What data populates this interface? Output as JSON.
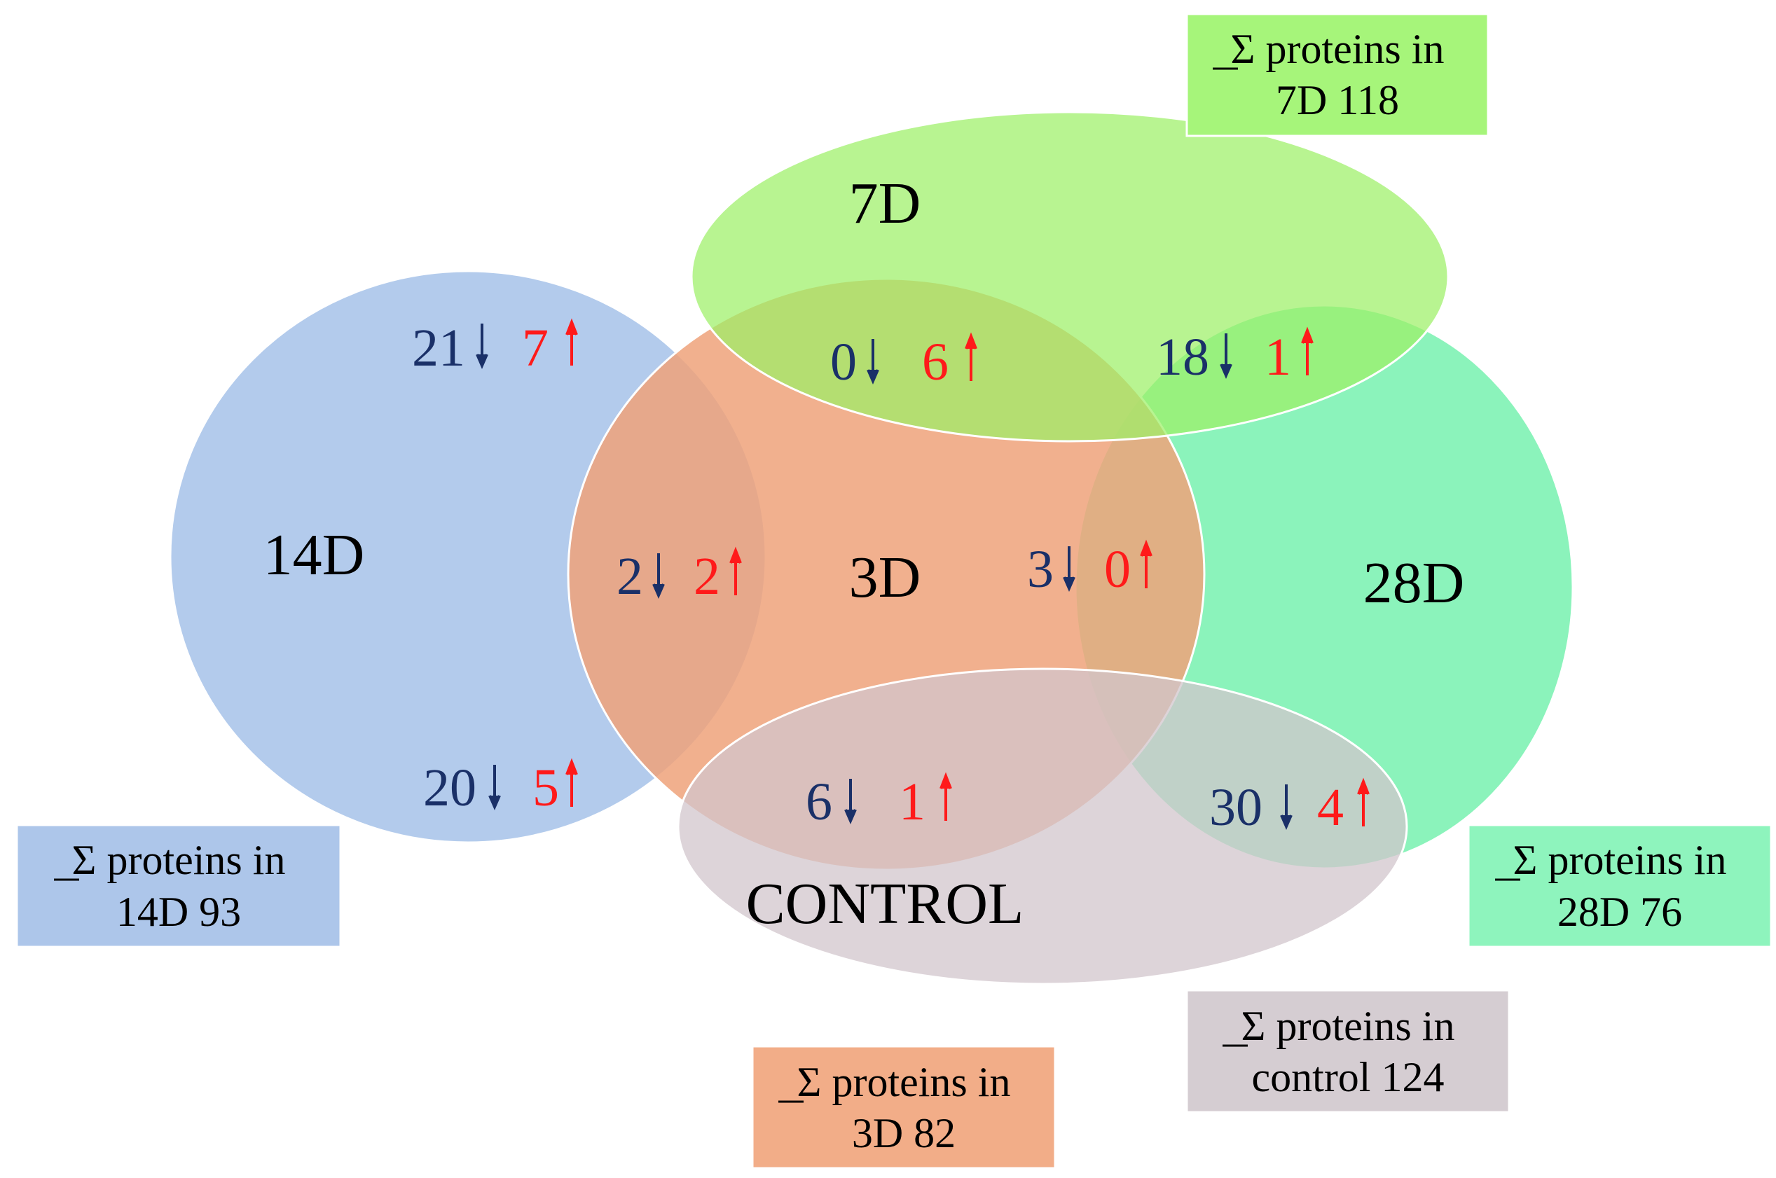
{
  "colors": {
    "down": "#1a3068",
    "up": "#ff1a1a",
    "d7": "#9cf066",
    "d14": "#9ab9e6",
    "d28": "#6ef0aa",
    "d3": "#eea27a",
    "control": "#d2c6cc"
  },
  "sets": {
    "d7": "7D",
    "d14": "14D",
    "d28": "28D",
    "d3": "3D",
    "control": "CONTROL"
  },
  "regions": [
    {
      "id": "14d-7d",
      "down": "21",
      "up": "7"
    },
    {
      "id": "3d-7d",
      "down": "0",
      "up": "6"
    },
    {
      "id": "28d-7d",
      "down": "18",
      "up": "1"
    },
    {
      "id": "14d-3d",
      "down": "2",
      "up": "2"
    },
    {
      "id": "3d-28d",
      "down": "3",
      "up": "0"
    },
    {
      "id": "14d-control",
      "down": "20",
      "up": "5"
    },
    {
      "id": "3d-control",
      "down": "6",
      "up": "1"
    },
    {
      "id": "28d-control",
      "down": "30",
      "up": "4"
    }
  ],
  "totals": {
    "d7": {
      "line1": "Σ proteins in",
      "line2": "7D 118"
    },
    "d14": {
      "line1": "Σ proteins in",
      "line2": "14D 93"
    },
    "d28": {
      "line1": "Σ proteins in",
      "line2": "28D 76"
    },
    "d3": {
      "line1": "Σ proteins in",
      "line2": "3D 82"
    },
    "control": {
      "line1": "Σ proteins in",
      "line2": "control 124"
    }
  }
}
